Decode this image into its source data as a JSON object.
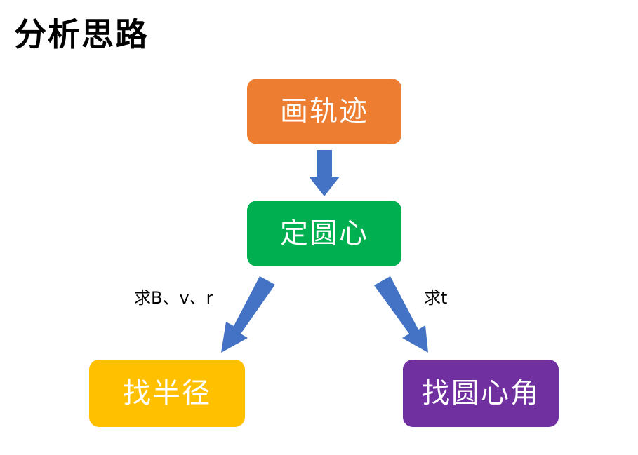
{
  "title": "分析思路",
  "colors": {
    "arrow": "#4472C4",
    "node_draw_trajectory": "#ED7D31",
    "node_find_center": "#00B050",
    "node_find_radius": "#FFC000",
    "node_find_central_angle": "#7030A0"
  },
  "nodes": {
    "draw_trajectory": "画轨迹",
    "find_center": "定圆心",
    "find_radius": "找半径",
    "find_central_angle": "找圆心角"
  },
  "edges": {
    "left_label": "求B、v、r",
    "right_label": "求t"
  }
}
